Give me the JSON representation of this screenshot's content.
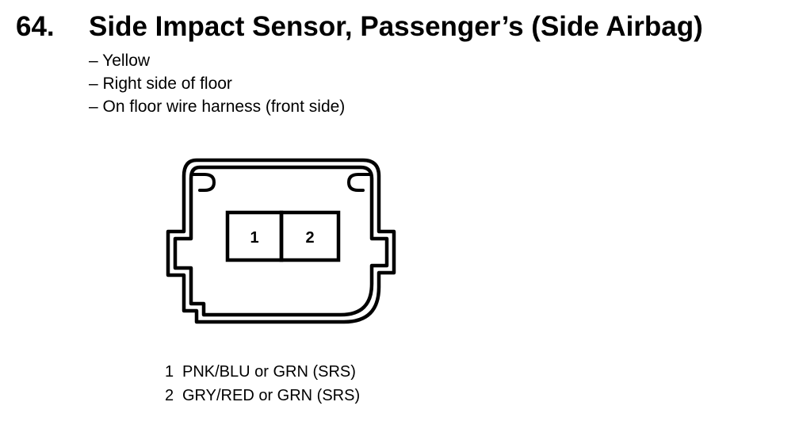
{
  "header": {
    "number": "64.",
    "title": "Side Impact Sensor, Passenger’s (Side Airbag)"
  },
  "details": [
    "– Yellow",
    "– Right side of floor",
    "– On floor wire harness (front side)"
  ],
  "connector": {
    "cavities": [
      "1",
      "2"
    ]
  },
  "pins": [
    {
      "number": "1",
      "wire": "PNK/BLU or GRN (SRS)"
    },
    {
      "number": "2",
      "wire": "GRY/RED or GRN (SRS)"
    }
  ]
}
